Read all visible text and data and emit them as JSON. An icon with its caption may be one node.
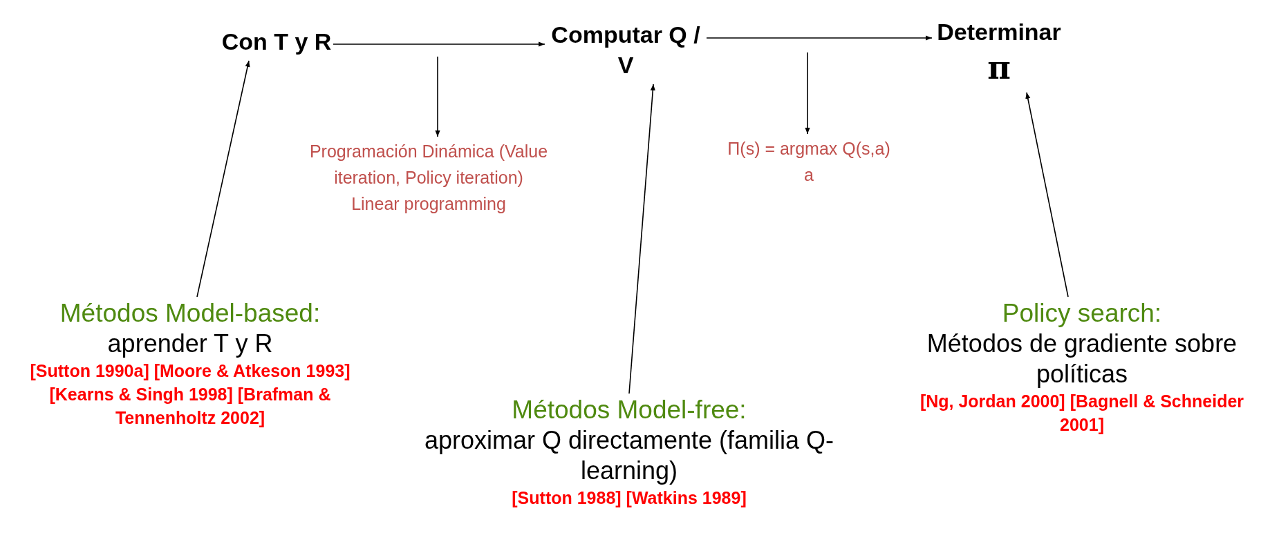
{
  "diagram": {
    "nodes": [
      {
        "text": [
          "Con T y R"
        ]
      },
      {
        "text": [
          "Computar Q / V"
        ]
      },
      {
        "text": [
          "Determinar",
          "π"
        ]
      },
      {
        "text": [
          "Programación Dinámica (Value iteration, Policy iteration)",
          "Linear programming"
        ]
      },
      {
        "text": [
          "Π(s) = argmax Q(s,a)",
          "a"
        ]
      },
      {
        "text": [
          "Métodos Model-based:",
          "aprender T y R",
          "[Sutton 1990a] [Moore & Atkeson 1993] [Kearns & Singh 1998] [Brafman & Tennenholtz 2002]"
        ]
      },
      {
        "text": [
          "Métodos Model-free:",
          "aproximar Q directamente (familia Q-learning)",
          "[Sutton 1988] [Watkins 1989]"
        ]
      },
      {
        "text": [
          "Policy search:",
          "Métodos de gradiente sobre políticas",
          "[Ng, Jordan 2000] [Bagnell & Schneider 2001]"
        ]
      }
    ],
    "edges": [
      {
        "from": 0,
        "to": 1,
        "arrow": "to"
      },
      {
        "from": 1,
        "to": 2,
        "arrow": "to"
      },
      {
        "from": null,
        "to": 3,
        "arrow": "to"
      },
      {
        "from": null,
        "to": 4,
        "arrow": "to"
      },
      {
        "from": 5,
        "to": 0,
        "arrow": "to"
      },
      {
        "from": 6,
        "to": 1,
        "arrow": "to"
      },
      {
        "from": 7,
        "to": 2,
        "arrow": "to"
      }
    ]
  }
}
